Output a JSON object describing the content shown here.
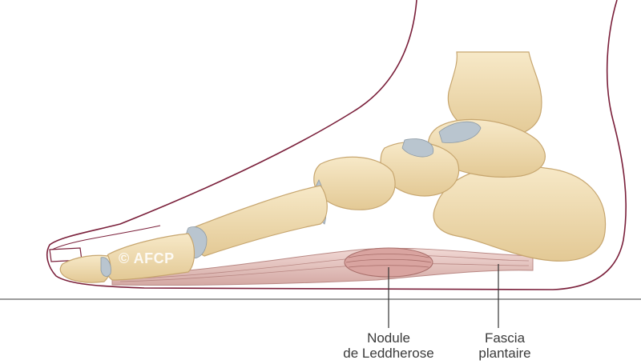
{
  "figure": {
    "watermark": "© AFCP",
    "labels": {
      "nodule_line1": "Nodule",
      "nodule_line2": "de Leddherose",
      "fascia_line1": "Fascia",
      "fascia_line2": "plantaire"
    },
    "colors": {
      "bone": "#f2dfb6",
      "bone_shadow": "#d9bf8c",
      "cartilage": "#b9c5cf",
      "skin_outline": "#7a1f3a",
      "fascia": "#e3c4c0",
      "nodule": "#d7a29f",
      "ground": "#777777",
      "leader": "#333333"
    }
  }
}
